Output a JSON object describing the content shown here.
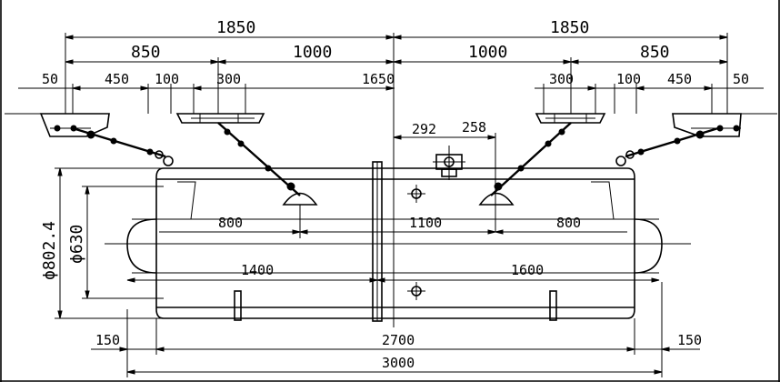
{
  "dimensions": {
    "top_left_total": "1850",
    "top_right_total": "1850",
    "left_850": "850",
    "left_1000": "1000",
    "right_1000": "1000",
    "right_850": "850",
    "left_50": "50",
    "left_450": "450",
    "left_100": "100",
    "left_300": "300",
    "center_1650": "1650",
    "right_300": "300",
    "right_100": "100",
    "right_450": "450",
    "right_50": "50",
    "dim_292": "292",
    "dim_258": "258",
    "left_800": "800",
    "center_1100": "1100",
    "right_800": "800",
    "left_1400": "1400",
    "right_1600": "1600",
    "dia_outer": "ϕ802.4",
    "dia_inner": "ϕ630",
    "bottom_left_150": "150",
    "bottom_2700": "2700",
    "bottom_right_150": "150",
    "bottom_3000": "3000"
  }
}
